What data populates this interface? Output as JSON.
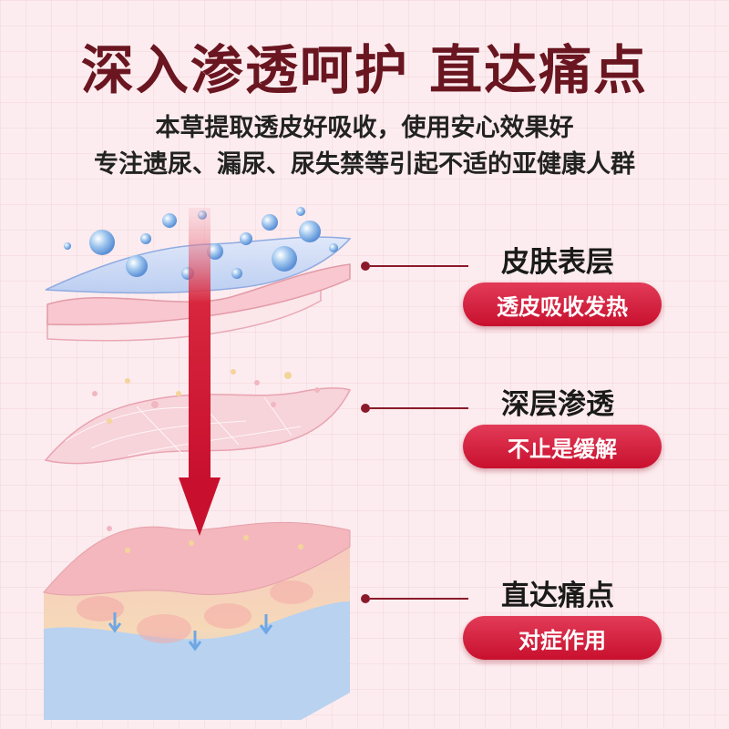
{
  "header": {
    "title": "深入渗透呵护 直达痛点",
    "line1": "本草提取透皮好吸收，使用安心效果好",
    "line2": "专注遗尿、漏尿、尿失禁等引起不适的亚健康人群"
  },
  "layers": [
    {
      "label": "皮肤表层",
      "badge": "透皮吸收发热"
    },
    {
      "label": "深层渗透",
      "badge": "不止是缓解"
    },
    {
      "label": "直达痛点",
      "badge": "对症作用"
    }
  ],
  "colors": {
    "title": "#6a1620",
    "accent": "#c8102e",
    "arrow": "#d7263d"
  }
}
